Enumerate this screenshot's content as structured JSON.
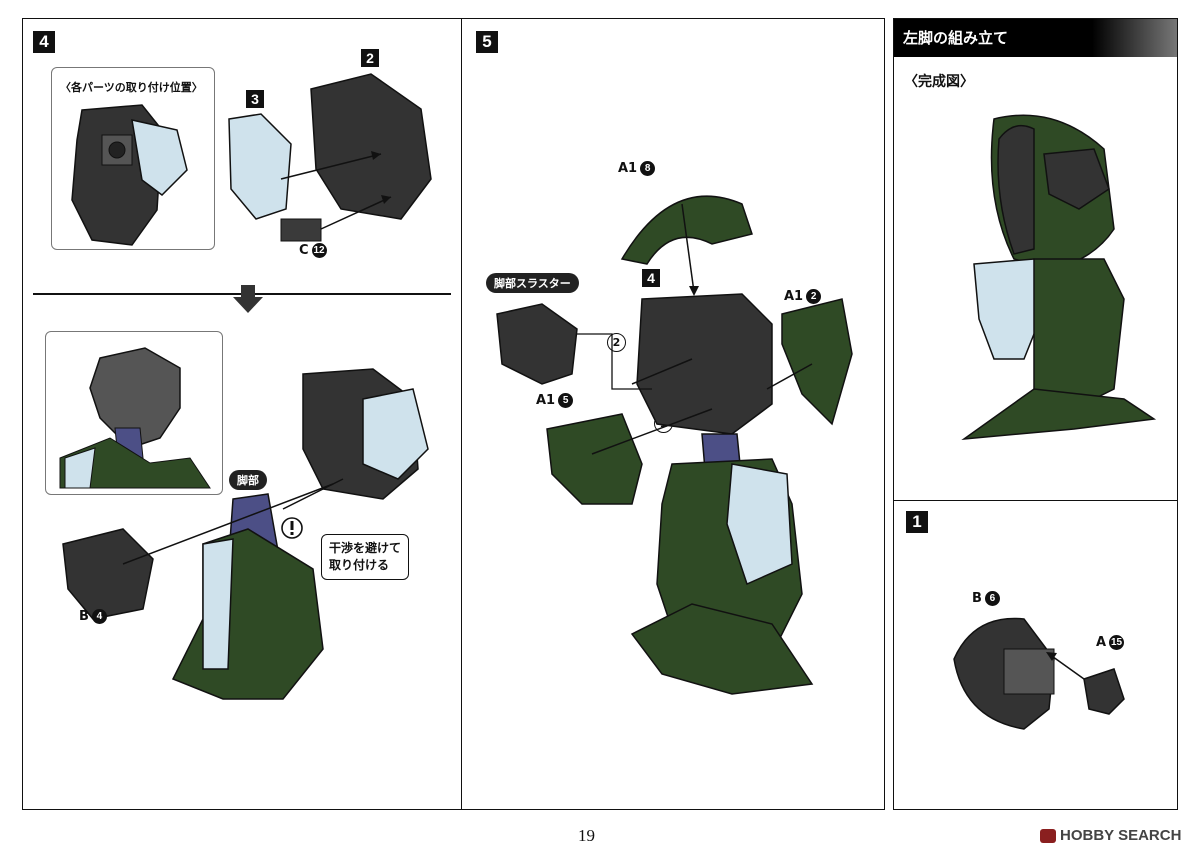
{
  "panel4": {
    "step": "4",
    "inset_title": "〈各パーツの取り付け位置〉",
    "sub_step_2": "2",
    "sub_step_3": "3",
    "part_c": "C",
    "part_c_num": "12",
    "leg_label": "脚部",
    "part_b": "B",
    "part_b_num": "4",
    "note": "干渉を避けて\n取り付ける",
    "warning_icon": "exclamation-icon"
  },
  "panel5": {
    "step": "5",
    "sub_step_4": "4",
    "part_a1_8": "A1",
    "part_a1_8_num": "8",
    "part_a1_2": "A1",
    "part_a1_2_num": "2",
    "part_a1_5": "A1",
    "part_a1_5_num": "5",
    "thruster_label": "脚部スラスター",
    "order_1": "1",
    "order_2": "2"
  },
  "side": {
    "header": "左脚の組み立て",
    "sub": "〈完成図〉",
    "step": "1",
    "part_b": "B",
    "part_b_num": "6",
    "part_a": "A",
    "part_a_num": "15"
  },
  "footer": {
    "page_number": "19",
    "watermark": "HOBBY SEARCH"
  },
  "colors": {
    "green": "#2f4a25",
    "dark": "#333333",
    "light_blue": "#cfe2ec",
    "purple": "#4c4f86"
  }
}
